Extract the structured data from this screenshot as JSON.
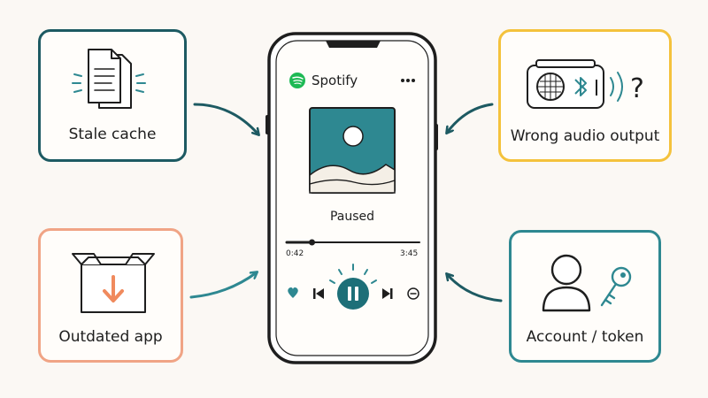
{
  "cards": {
    "stale_cache": {
      "label": "Stale cache",
      "icon": "documents-icon"
    },
    "outdated_app": {
      "label": "Outdated app",
      "icon": "box-download-icon"
    },
    "wrong_audio": {
      "label": "Wrong audio output",
      "icon": "bluetooth-speaker-icon"
    },
    "account_token": {
      "label": "Account / token",
      "icon": "user-key-icon"
    }
  },
  "phone": {
    "app_name": "Spotify",
    "more_icon": "ellipsis-icon",
    "status": "Paused",
    "elapsed": "0:42",
    "duration": "3:45",
    "progress": 0.19
  },
  "colors": {
    "teal_dark": "#1d5a62",
    "teal": "#2e8891",
    "coral": "#f0a485",
    "orange": "#f08a5d",
    "yellow": "#f4c23c",
    "spotify_green": "#1db954"
  }
}
